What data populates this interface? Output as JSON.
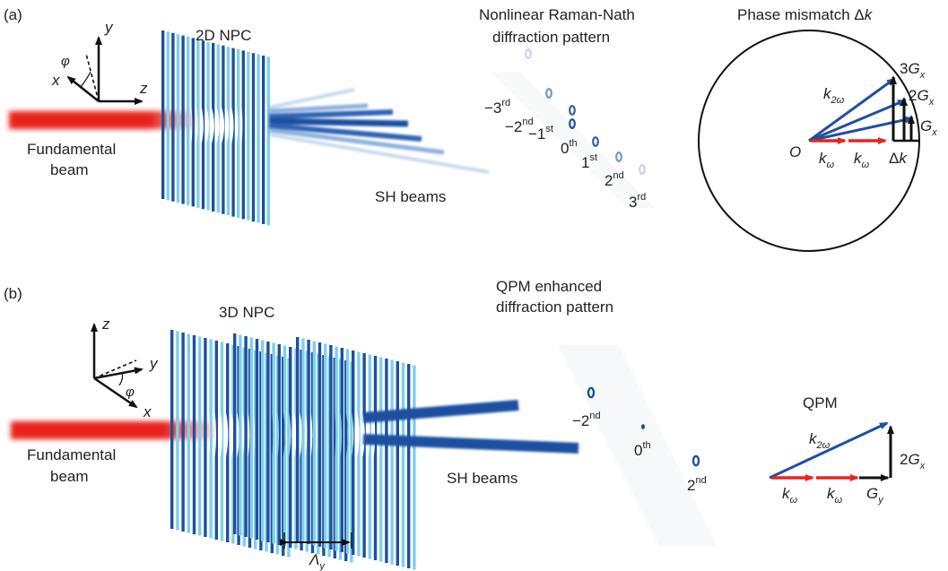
{
  "panel_a": {
    "tag": "(a)",
    "crystal_label": "2D NPC",
    "axes": {
      "y": "y",
      "z": "z",
      "x": "x",
      "angle": "φ"
    },
    "input_label_line1": "Fundamental",
    "input_label_line2": "beam",
    "output_label": "SH beams",
    "pattern_title_line1": "Nonlinear Raman-Nath",
    "pattern_title_line2": "diffraction pattern",
    "orders": [
      {
        "num": "−3",
        "sup": "rd"
      },
      {
        "num": "−2",
        "sup": "nd"
      },
      {
        "num": "−1",
        "sup": "st"
      },
      {
        "num": "0",
        "sup": "th"
      },
      {
        "num": "1",
        "sup": "st"
      },
      {
        "num": "2",
        "sup": "nd"
      },
      {
        "num": "3",
        "sup": "rd"
      }
    ],
    "mismatch_title": "Phase mismatch Δ",
    "mismatch_title_var": "k",
    "origin": "O",
    "k2w": {
      "base": "k",
      "sub": "2ω"
    },
    "kw": {
      "base": "k",
      "sub": "ω"
    },
    "dk": {
      "pre": "Δ",
      "base": "k"
    },
    "G": [
      {
        "coef": "",
        "base": "G",
        "sub": "x"
      },
      {
        "coef": "2",
        "base": "G",
        "sub": "x"
      },
      {
        "coef": "3",
        "base": "G",
        "sub": "x"
      }
    ]
  },
  "panel_b": {
    "tag": "(b)",
    "crystal_label": "3D NPC",
    "axes": {
      "z": "z",
      "y": "y",
      "x": "x",
      "angle": "φ"
    },
    "input_label_line1": "Fundamental",
    "input_label_line2": "beam",
    "output_label": "SH beams",
    "pattern_title_line1": "QPM enhanced",
    "pattern_title_line2": "diffraction pattern",
    "orders": [
      {
        "num": "−2",
        "sup": "nd"
      },
      {
        "num": "0",
        "sup": "th"
      },
      {
        "num": "2",
        "sup": "nd"
      }
    ],
    "period": {
      "base": "Λ",
      "sub": "y"
    },
    "qpm_title": "QPM",
    "k2w": {
      "base": "k",
      "sub": "2ω"
    },
    "kw": {
      "base": "k",
      "sub": "ω"
    },
    "gy": {
      "base": "G",
      "sub": "y"
    },
    "g2x": {
      "coef": "2",
      "base": "G",
      "sub": "x"
    }
  },
  "colors": {
    "red_beam": "#e8241f",
    "blue_beam": "#1f4fa0",
    "crystal_dark": "#1f4fa0",
    "crystal_light": "#7fd0e8",
    "black": "#111111"
  }
}
